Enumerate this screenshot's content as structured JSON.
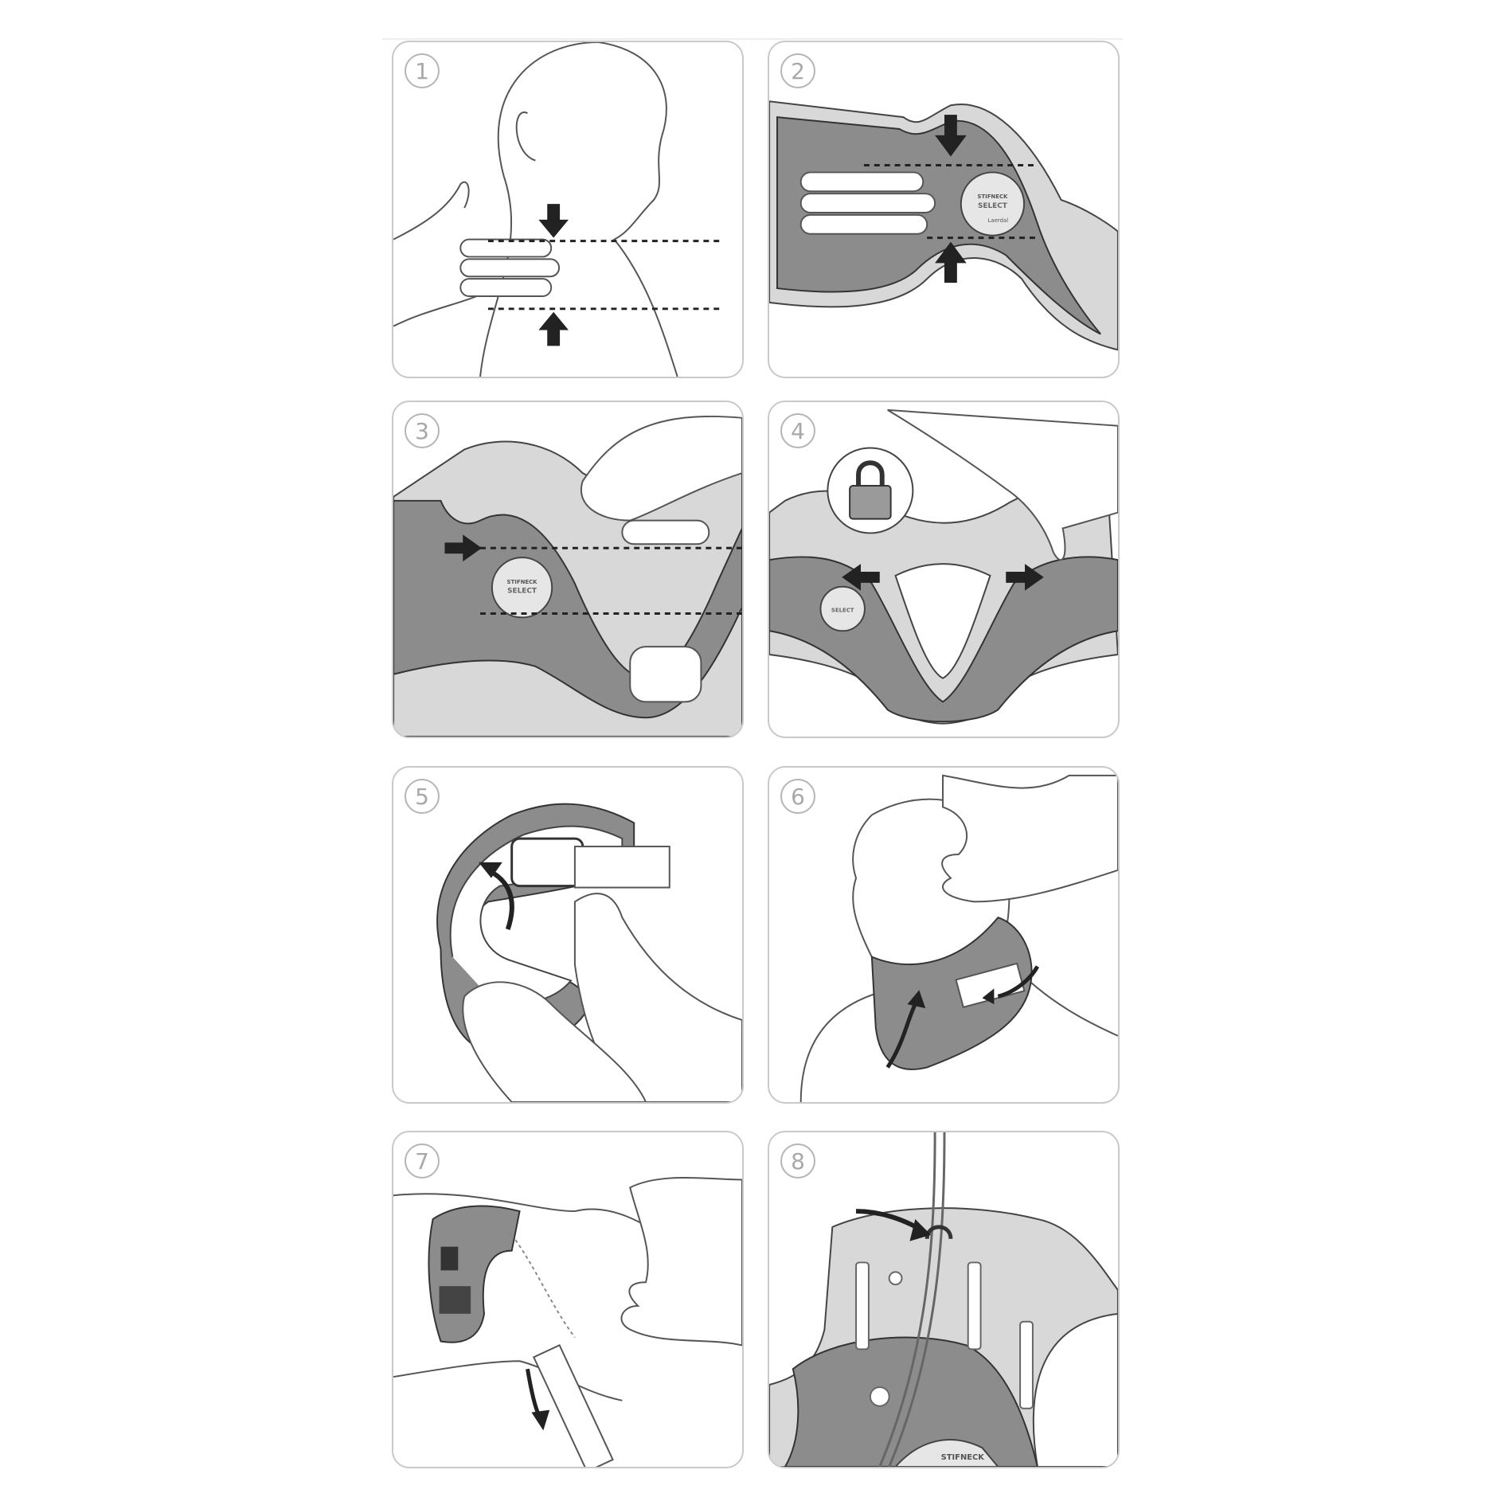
{
  "steps": [
    {
      "number": "1"
    },
    {
      "number": "2"
    },
    {
      "number": "3"
    },
    {
      "number": "4"
    },
    {
      "number": "5"
    },
    {
      "number": "6"
    },
    {
      "number": "7"
    },
    {
      "number": "8"
    }
  ],
  "collar_branding": {
    "brand": "STIFNECK",
    "model": "SELECT",
    "maker": "Laerdal"
  },
  "colors": {
    "collar_gray": "#8c8c8c",
    "collar_light": "#d6d6d6",
    "outline": "#444444",
    "panel_border": "#c9c9c9",
    "arrow": "#222222"
  }
}
